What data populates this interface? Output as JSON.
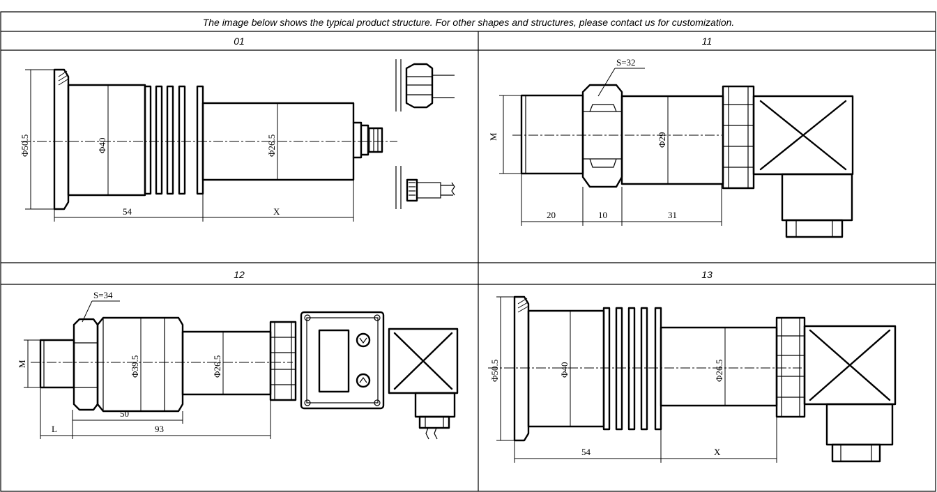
{
  "header": {
    "note": "The image below shows the typical product structure. For other shapes and structures, please contact us for customization."
  },
  "panels": [
    {
      "id": "01",
      "labels": {
        "flange_dia": "Φ50.5",
        "body_dia": "Φ40",
        "tube_dia": "Φ26.5",
        "len_a": "54",
        "len_b": "X"
      }
    },
    {
      "id": "11",
      "labels": {
        "hex": "S=32",
        "thread": "M",
        "body_dia": "Φ29",
        "len_a": "20",
        "len_b": "10",
        "len_c": "31"
      }
    },
    {
      "id": "12",
      "labels": {
        "hex": "S=34",
        "thread": "M",
        "body_dia": "Φ39.5",
        "tube_dia": "Φ26.5",
        "len_a": "50",
        "len_b": "93",
        "len_c": "L"
      }
    },
    {
      "id": "13",
      "labels": {
        "flange_dia": "Φ50.5",
        "body_dia": "Φ40",
        "tube_dia": "Φ26.5",
        "len_a": "54",
        "len_b": "X"
      }
    }
  ]
}
